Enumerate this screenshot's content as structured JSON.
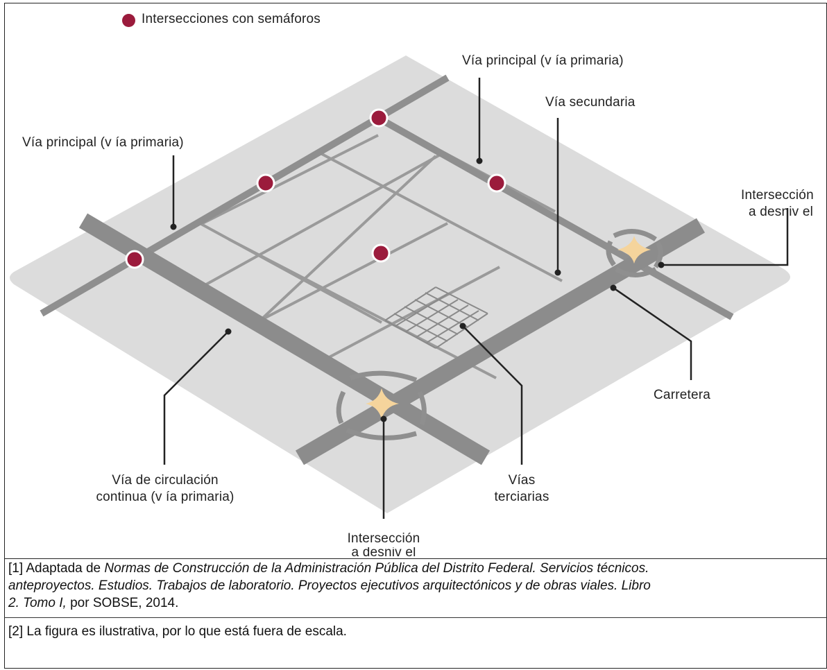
{
  "legend": {
    "label": "Intersecciones con semáforos",
    "color": "#9b1b3c"
  },
  "labels": {
    "via_principal_top": "Vía principal (v ía primaria)",
    "via_secundaria": "Vía secundaria",
    "via_principal_left": "Vía principal (v ía primaria)",
    "interseccion_right_line1": "Intersección",
    "interseccion_right_line2": "a desniv el",
    "carretera": "Carretera",
    "circulacion_line1": "Vía de circulación",
    "circulacion_line2": "continua (v ía primaria)",
    "terciarias_line1": "Vías",
    "terciarias_line2": "terciarias",
    "interseccion_bottom_line1": "Intersección",
    "interseccion_bottom_line2": "a desniv el"
  },
  "notes": {
    "note1_prefix": "[1] Adaptada de ",
    "note1_italic_a": "Normas de Construcción de la Administración Pública del Distrito Federal. Servicios técnicos.",
    "note1_italic_b": "anteproyectos. Estudios. Trabajos de laboratorio. Proyectos ejecutivos arquitectónicos y de obras viales. Libro",
    "note1_italic_c": "2. Tomo I,",
    "note1_suffix": " por SOBSE, 2014.",
    "note2": "[2] La figura es ilustrativa, por lo que está fuera de escala."
  },
  "colors": {
    "ground": "#dcdcdc",
    "main_road": "#8c8c8c",
    "secondary_road": "#8f8f8f",
    "interchange": "#f5d49c",
    "signal": "#9b1b3c",
    "leader": "#222222"
  }
}
